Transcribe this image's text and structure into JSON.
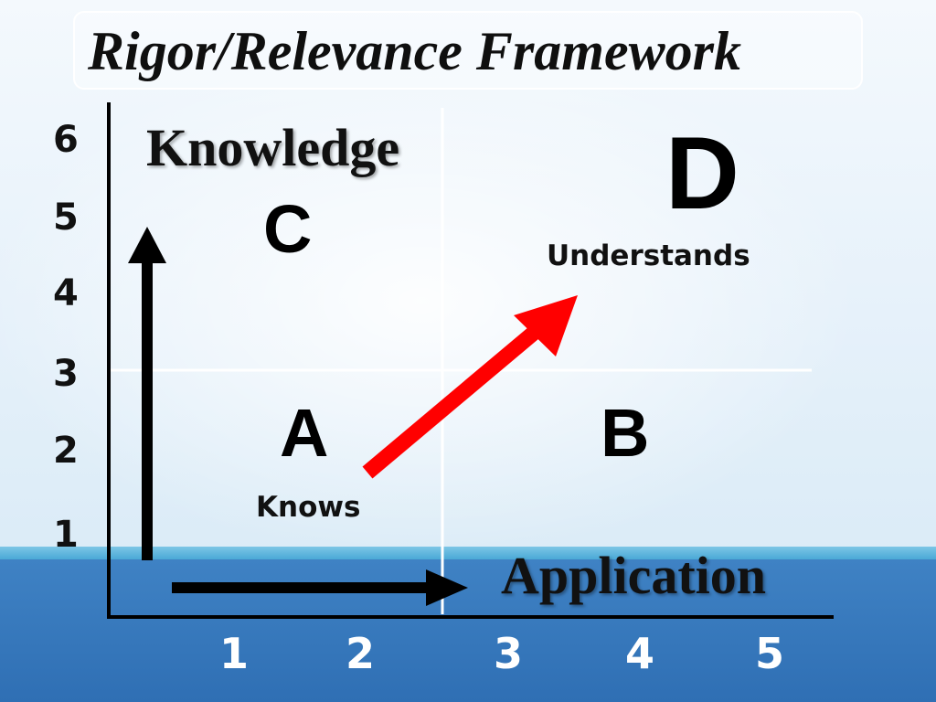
{
  "title": "Rigor/Relevance Framework",
  "y_axis": {
    "title": "Knowledge",
    "ticks": [
      "6",
      "5",
      "4",
      "3",
      "2",
      "1"
    ]
  },
  "x_axis": {
    "title": "Application",
    "ticks": [
      "1",
      "2",
      "3",
      "4",
      "5"
    ]
  },
  "quadrants": {
    "a": {
      "letter": "A",
      "word": "Knows"
    },
    "b": {
      "letter": "B"
    },
    "c": {
      "letter": "C"
    },
    "d": {
      "letter": "D",
      "word": "Understands"
    }
  },
  "colors": {
    "progress_arrow": "#ff0000",
    "axis_arrows": "#000000",
    "band_dark": "#2f6fb4",
    "band_light": "#4aa9d6",
    "tick_labels_bottom": "#ffffff"
  }
}
